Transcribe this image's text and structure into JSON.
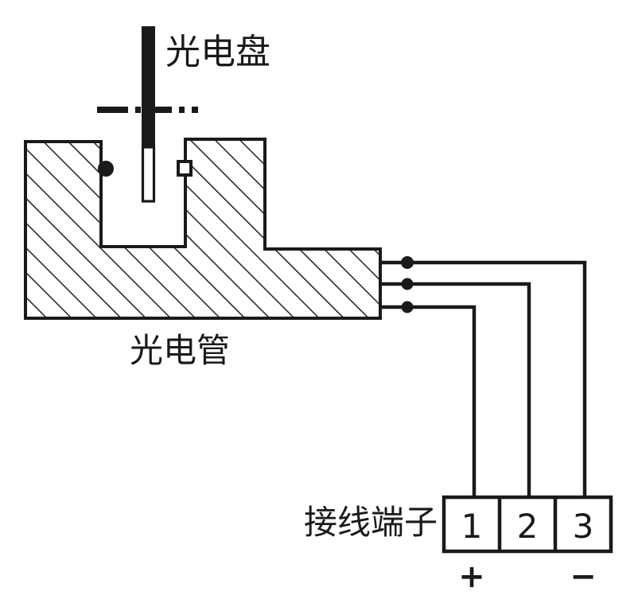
{
  "diagram": {
    "title_labels": {
      "disk": "光电盘",
      "tube": "光电管",
      "terminal_block": "接线端子"
    },
    "terminals": {
      "cells": [
        {
          "number": "1",
          "polarity": "+"
        },
        {
          "number": "2",
          "polarity": ""
        },
        {
          "number": "3",
          "polarity": "−"
        }
      ]
    },
    "colors": {
      "stroke": "#1a1a1a",
      "fill": "#ffffff",
      "hatch": "#2b2b2b",
      "background": "#ffffff"
    },
    "components": {
      "emitter_marker": "circle-emitter-icon",
      "receiver_marker": "square-receiver-icon",
      "centerline": "dash-dot-centerline",
      "slot_disk": "slotted-disk-bar",
      "junctions": 3,
      "wires": 3
    }
  }
}
